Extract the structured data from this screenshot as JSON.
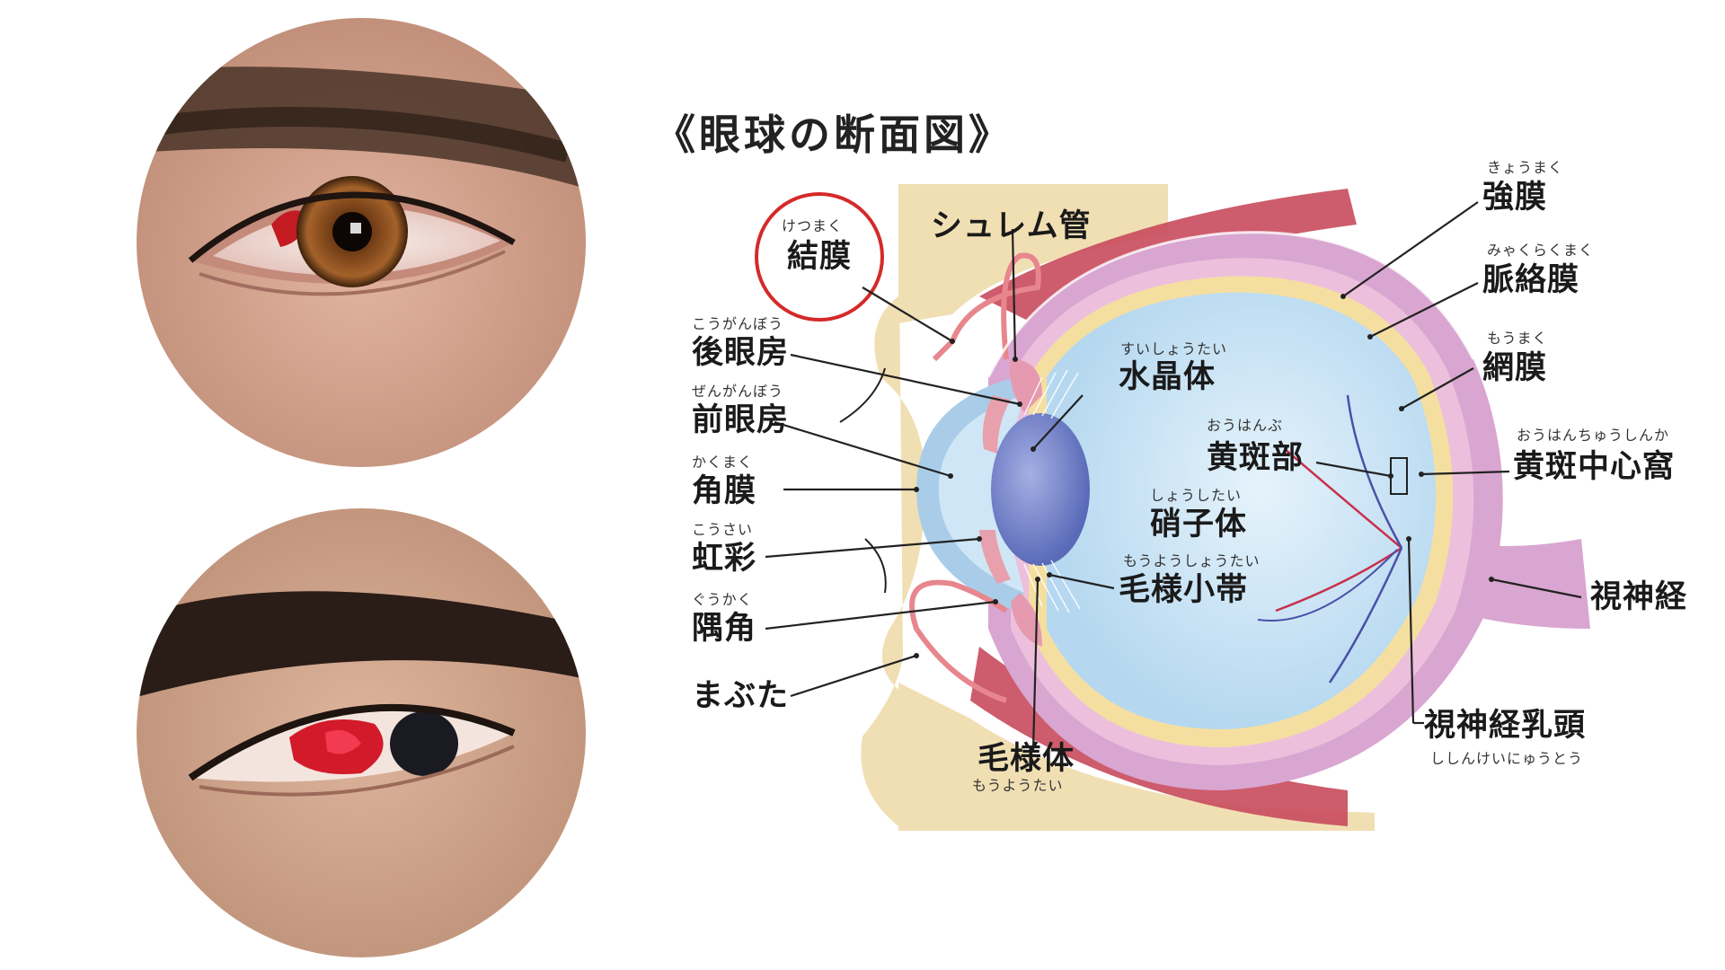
{
  "title": "《眼球の断面図》",
  "photos": [
    {
      "subject": "eye with small red hemorrhage on the white near the iris"
    },
    {
      "subject": "eye looking sideways with large red hemorrhage on the white"
    }
  ],
  "labels": {
    "ketsumaku": {
      "text": "結膜",
      "ruby": "けつまく",
      "highlight": true
    },
    "schlemm": {
      "text": "シュレム管"
    },
    "koganbo": {
      "text": "後眼房",
      "ruby": "こうがんぼう"
    },
    "zenganbo": {
      "text": "前眼房",
      "ruby": "ぜんがんぼう"
    },
    "kakumaku": {
      "text": "角膜",
      "ruby": "かくまく"
    },
    "kosai": {
      "text": "虹彩",
      "ruby": "こうさい"
    },
    "gukaku": {
      "text": "隅角",
      "ruby": "ぐうかく"
    },
    "mabuta": {
      "text": "まぶた"
    },
    "suishotai": {
      "text": "水晶体",
      "ruby": "すいしょうたい"
    },
    "ohanbu": {
      "text": "黄斑部",
      "ruby": "おうはんぶ"
    },
    "shoshitai": {
      "text": "硝子体",
      "ruby": "しょうしたい"
    },
    "moyoshotai": {
      "text": "毛様小帯",
      "ruby": "もうようしょうたい"
    },
    "moyotai": {
      "text": "毛様体",
      "ruby": "もうようたい"
    },
    "kyomaku": {
      "text": "強膜",
      "ruby": "きょうまく"
    },
    "myakurakumaku": {
      "text": "脈絡膜",
      "ruby": "みゃくらくまく"
    },
    "momaku": {
      "text": "網膜",
      "ruby": "もうまく"
    },
    "ohanchushinka": {
      "text": "黄斑中心窩",
      "ruby": "おうはんちゅうしんか"
    },
    "shishinkei": {
      "text": "視神経"
    },
    "shishinkeinyuto": {
      "text": "視神経乳頭",
      "ruby": "ししんけいにゅうとう"
    }
  },
  "colors": {
    "highlight_circle": "#d42a2a",
    "lid_tissue": "#f1dfb4",
    "sclera": "#d9a6d1",
    "retina": "#f5dfa0",
    "vitreous": "#c9e4f6",
    "lens": "#6f7fc6",
    "muscle": "#c84a5c",
    "conjunctiva_line": "#e8868e"
  }
}
